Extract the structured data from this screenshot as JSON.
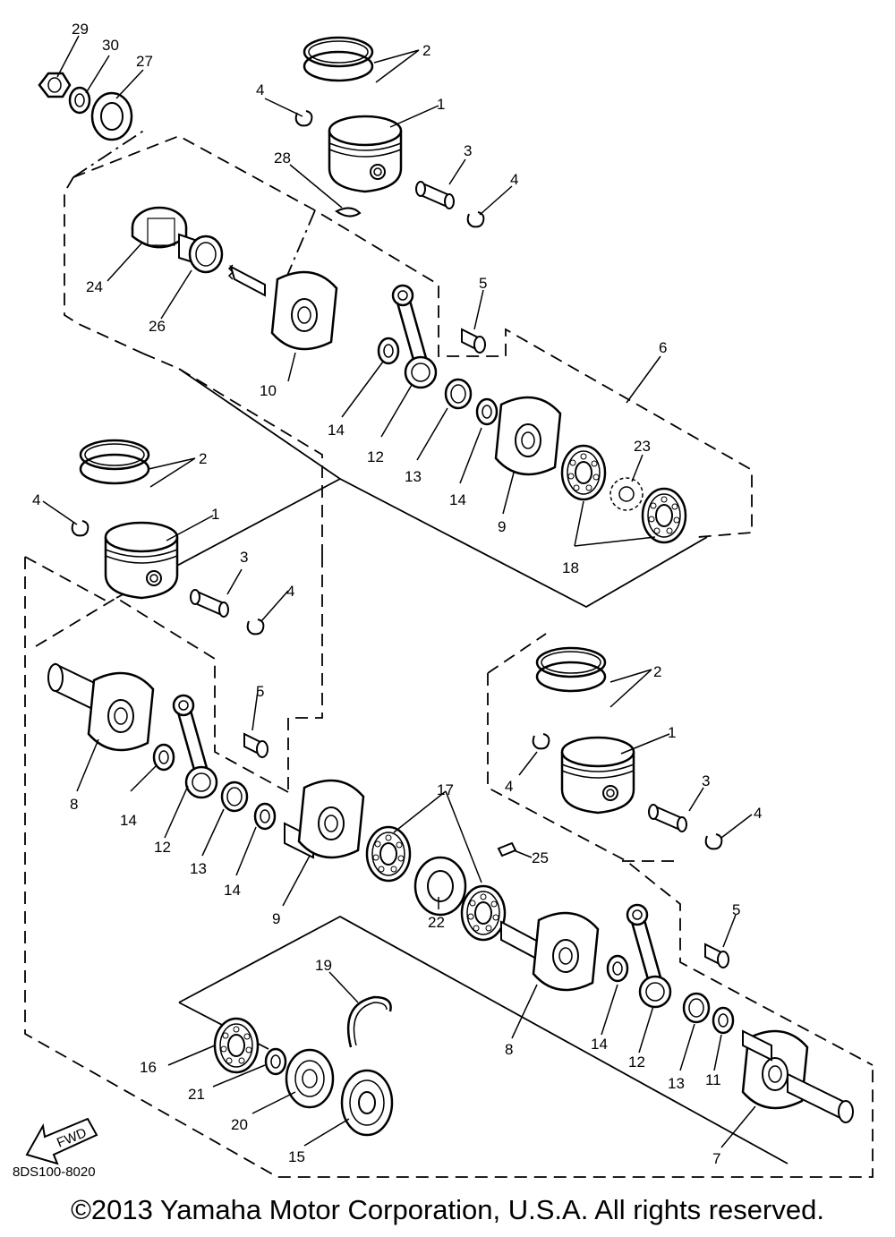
{
  "diagram": {
    "drawing_code": "8DS100-8020",
    "direction_label": "FWD",
    "copyright": "©2013 Yamaha Motor Corporation, U.S.A. All rights reserved.",
    "callouts": [
      {
        "id": "c29",
        "text": "29"
      },
      {
        "id": "c30",
        "text": "30"
      },
      {
        "id": "c27",
        "text": "27"
      },
      {
        "id": "c2a",
        "text": "2"
      },
      {
        "id": "c4a",
        "text": "4"
      },
      {
        "id": "c1a",
        "text": "1"
      },
      {
        "id": "c3a",
        "text": "3"
      },
      {
        "id": "c4b",
        "text": "4"
      },
      {
        "id": "c28",
        "text": "28"
      },
      {
        "id": "c24",
        "text": "24"
      },
      {
        "id": "c26",
        "text": "26"
      },
      {
        "id": "c5a",
        "text": "5"
      },
      {
        "id": "c6",
        "text": "6"
      },
      {
        "id": "c10",
        "text": "10"
      },
      {
        "id": "c14a",
        "text": "14"
      },
      {
        "id": "c12a",
        "text": "12"
      },
      {
        "id": "c13a",
        "text": "13"
      },
      {
        "id": "c14b",
        "text": "14"
      },
      {
        "id": "c9a",
        "text": "9"
      },
      {
        "id": "c23",
        "text": "23"
      },
      {
        "id": "c18",
        "text": "18"
      },
      {
        "id": "c2b",
        "text": "2"
      },
      {
        "id": "c4c",
        "text": "4"
      },
      {
        "id": "c1b",
        "text": "1"
      },
      {
        "id": "c3b",
        "text": "3"
      },
      {
        "id": "c4d",
        "text": "4"
      },
      {
        "id": "c5b",
        "text": "5"
      },
      {
        "id": "c8a",
        "text": "8"
      },
      {
        "id": "c14c",
        "text": "14"
      },
      {
        "id": "c12b",
        "text": "12"
      },
      {
        "id": "c13b",
        "text": "13"
      },
      {
        "id": "c14d",
        "text": "14"
      },
      {
        "id": "c9b",
        "text": "9"
      },
      {
        "id": "c17",
        "text": "17"
      },
      {
        "id": "c25",
        "text": "25"
      },
      {
        "id": "c22",
        "text": "22"
      },
      {
        "id": "c2c",
        "text": "2"
      },
      {
        "id": "c1c",
        "text": "1"
      },
      {
        "id": "c4e",
        "text": "4"
      },
      {
        "id": "c3c",
        "text": "3"
      },
      {
        "id": "c4f",
        "text": "4"
      },
      {
        "id": "c5c",
        "text": "5"
      },
      {
        "id": "c19",
        "text": "19"
      },
      {
        "id": "c8b",
        "text": "8"
      },
      {
        "id": "c14e",
        "text": "14"
      },
      {
        "id": "c12c",
        "text": "12"
      },
      {
        "id": "c13c",
        "text": "13"
      },
      {
        "id": "c11",
        "text": "11"
      },
      {
        "id": "c16",
        "text": "16"
      },
      {
        "id": "c21",
        "text": "21"
      },
      {
        "id": "c20",
        "text": "20"
      },
      {
        "id": "c15",
        "text": "15"
      },
      {
        "id": "c7",
        "text": "7"
      }
    ]
  }
}
